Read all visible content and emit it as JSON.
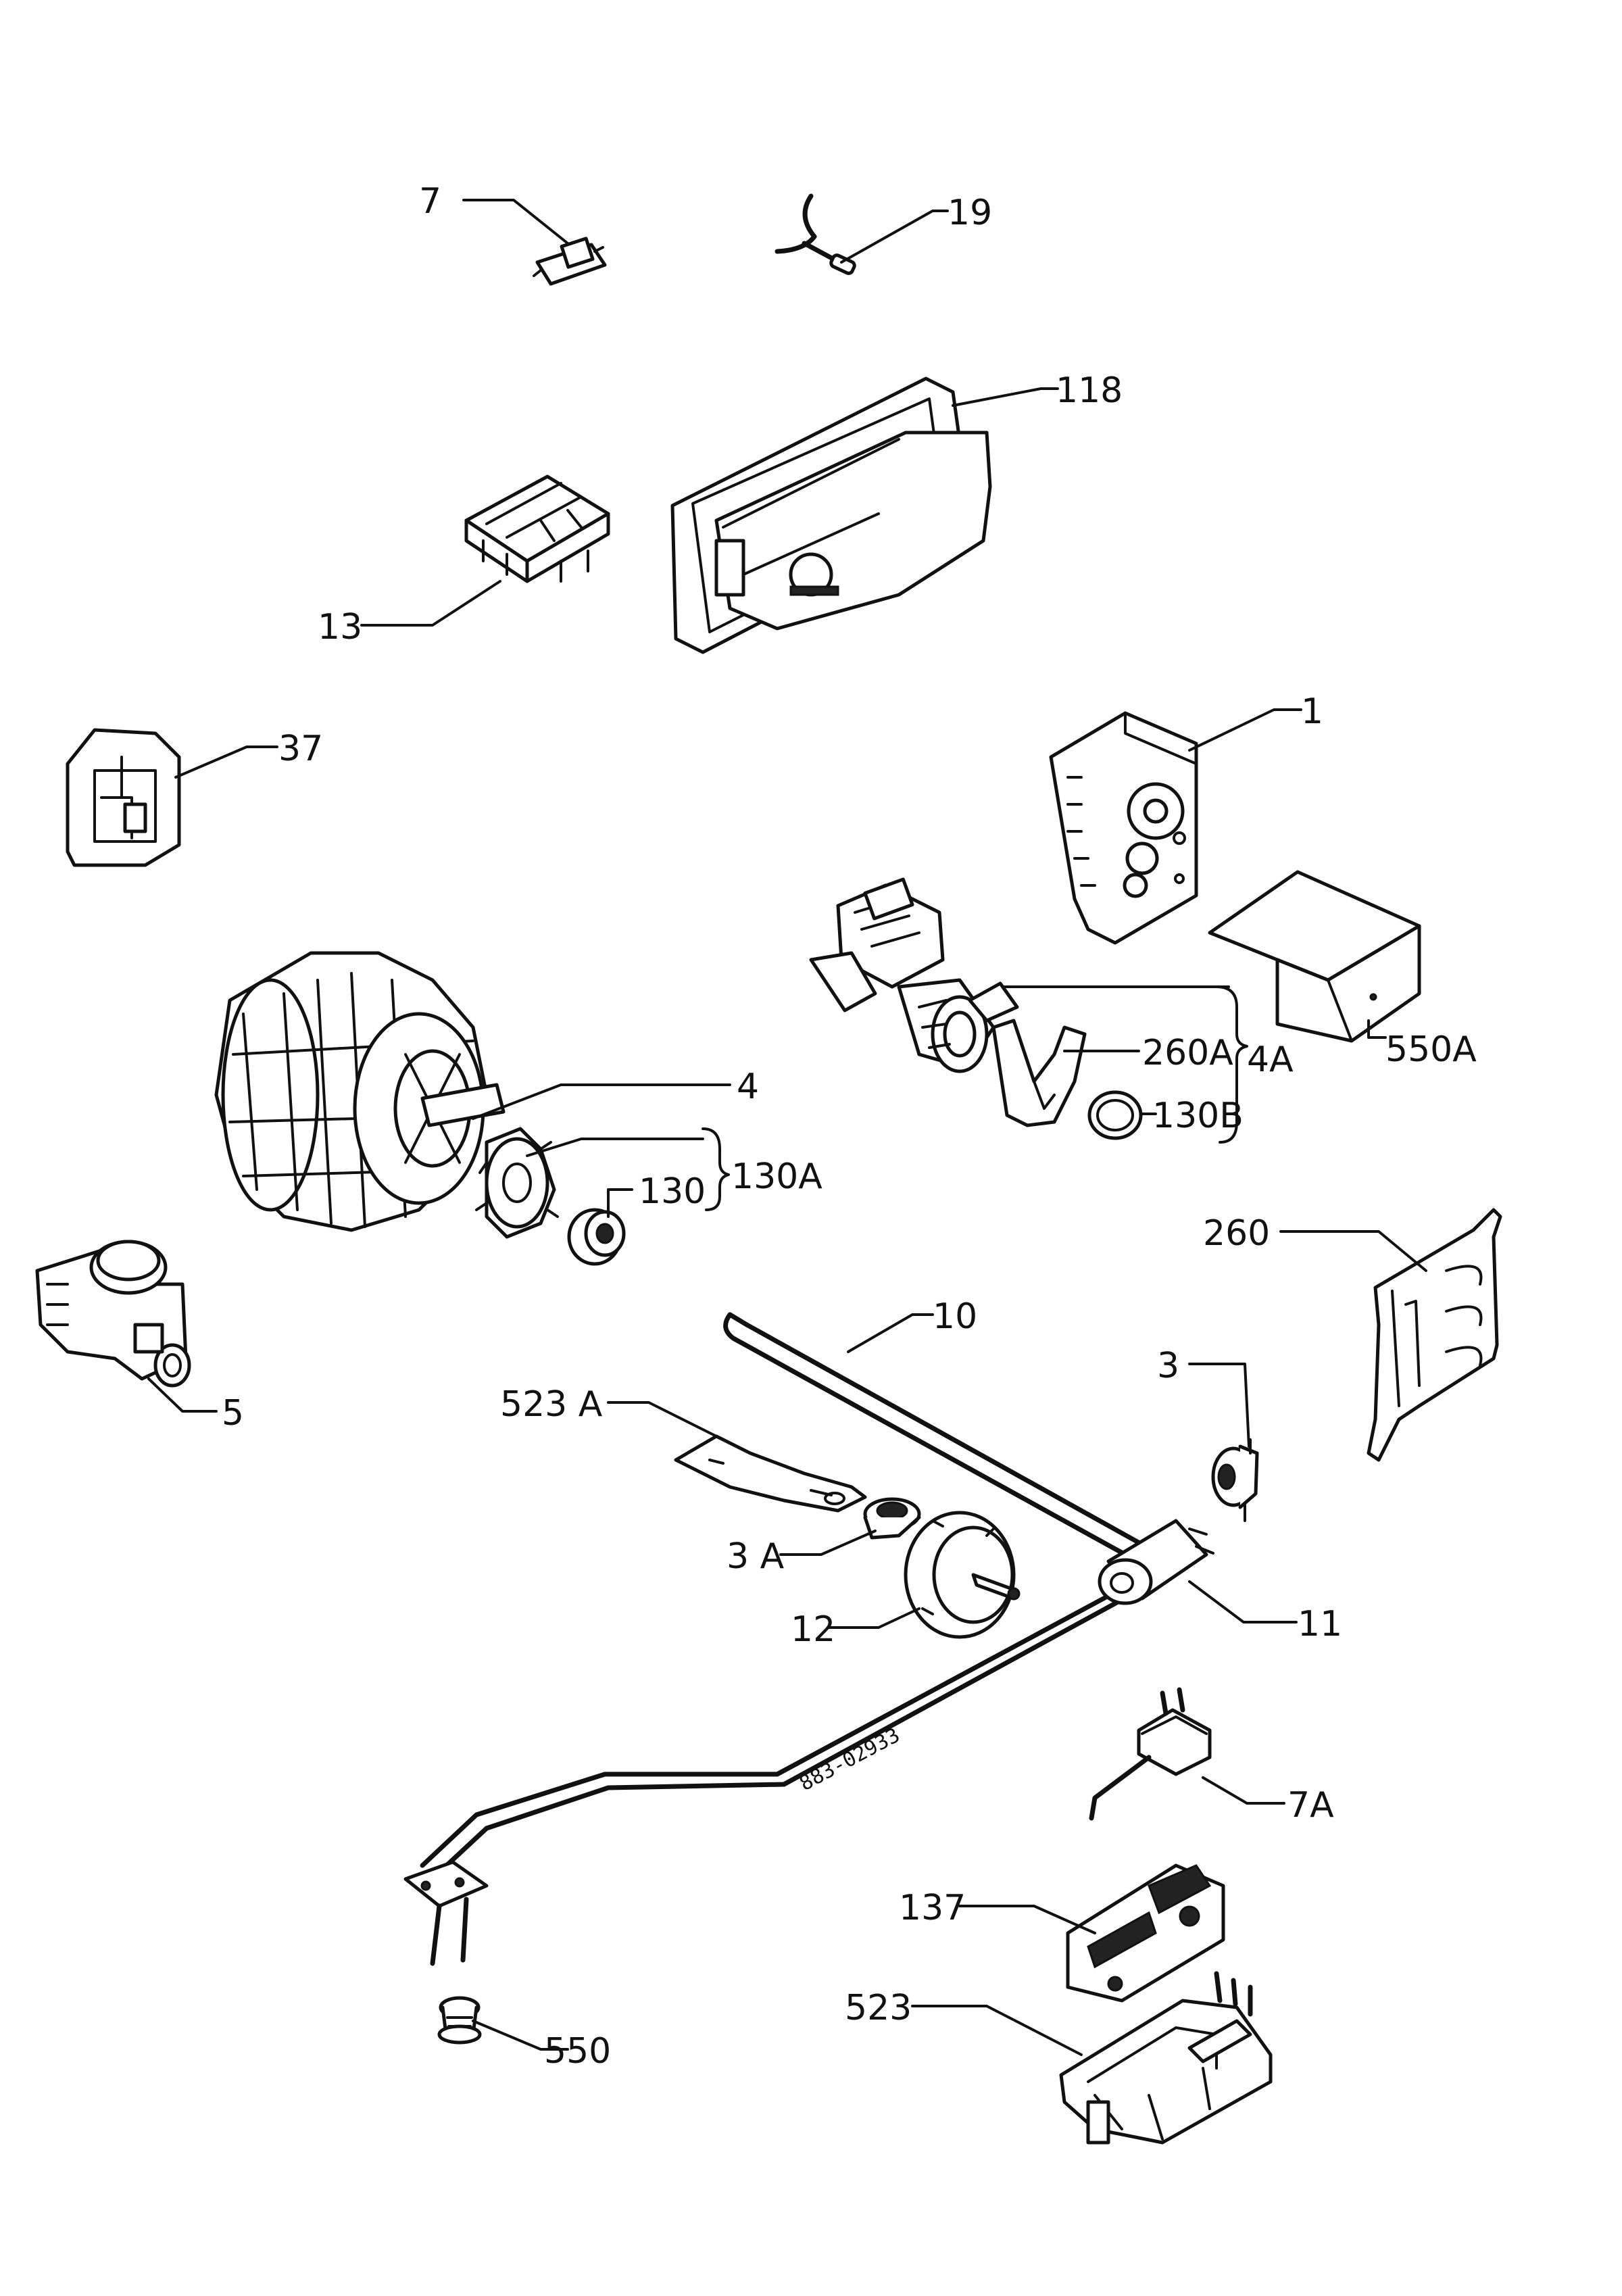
{
  "callouts": {
    "p7": "7",
    "p19": "19",
    "p118": "118",
    "p13": "13",
    "p37": "37",
    "p1": "1",
    "p550A": "550A",
    "p260A": "260A",
    "p4A": "4A",
    "p130B": "130B",
    "p4": "4",
    "p130A": "130A",
    "p130": "130",
    "p260": "260",
    "p10": "10",
    "p5": "5",
    "p523A": "523 A",
    "p3": "3",
    "p3A": "3 A",
    "p12": "12",
    "p11": "11",
    "p7A": "7A",
    "p137": "137",
    "p523": "523",
    "p550": "550"
  },
  "heater_stamp": "883-02933"
}
